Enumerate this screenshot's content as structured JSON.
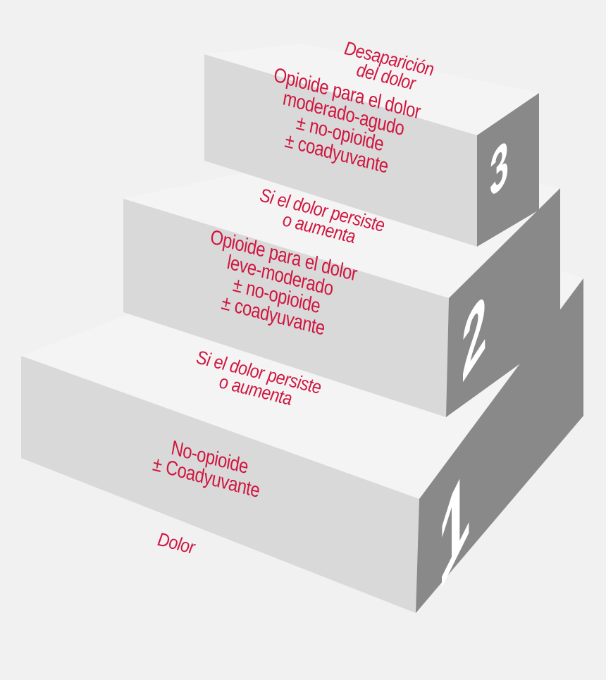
{
  "steps": [
    {
      "number": "1",
      "lines": [
        "No-opioide",
        "± Coadyuvante"
      ]
    },
    {
      "number": "2",
      "lines": [
        "Opioide para el dolor",
        "leve-moderado",
        "± no-opioide",
        "± coadyuvante"
      ]
    },
    {
      "number": "3",
      "lines": [
        "Opioide para el dolor",
        "moderado-agudo",
        "± no-opioide",
        "± coadyuvante"
      ]
    }
  ],
  "notes": {
    "start": "Dolor",
    "persist_1": [
      "Si el dolor persiste",
      "o aumenta"
    ],
    "persist_2": [
      "Si el dolor persiste",
      "o aumenta"
    ],
    "end": [
      "Desaparición",
      "del dolor"
    ]
  },
  "colors": {
    "background": "#f1f1f1",
    "top_face": "#f3f3f3",
    "front_face": "#d9d9d9",
    "side_face": "#8a8a8a",
    "text": "#d0163f",
    "number": "#ffffff"
  }
}
